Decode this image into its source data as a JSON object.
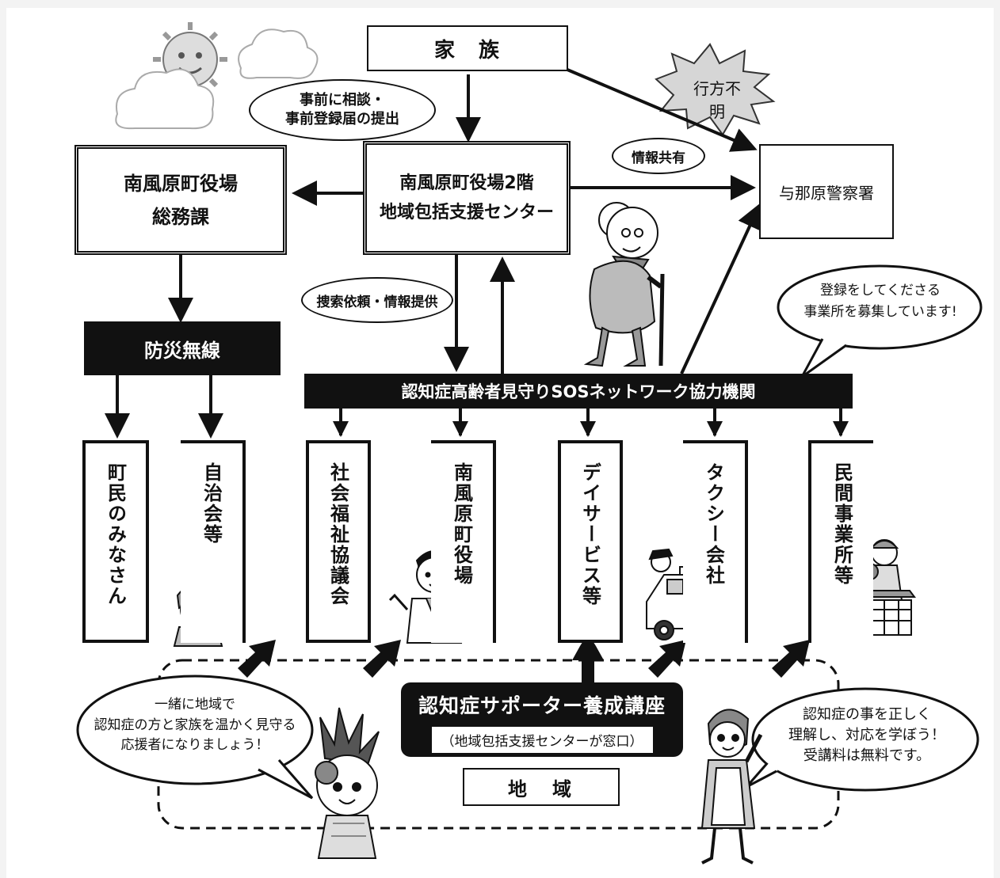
{
  "family": "家　族",
  "missing": "行方不明",
  "bubble_consult": "事前に相談・\n事前登録届の提出",
  "center": {
    "line1": "南風原町役場2階",
    "line2": "地域包括支援センター"
  },
  "soumu": {
    "line1": "南風原町役場",
    "line2": "総務課"
  },
  "police": "与那原警察署",
  "info_share": "情報共有",
  "search_request": "捜索依頼・情報提供",
  "bousai": "防災無線",
  "network": "認知症高齢者見守りSOSネットワーク協力機関",
  "recruit_bubble": "登録をしてくださる\n事業所を募集しています!",
  "columns": [
    "町民のみなさん",
    "自治会等",
    "社会福祉協議会",
    "南風原町役場",
    "デイサービス等",
    "タクシー会社",
    "民間事業所等"
  ],
  "supporter": {
    "title": "認知症サポーター養成講座",
    "sub": "（地域包括支援センターが窓口）"
  },
  "region": "地　域",
  "left_bubble": "一緒に地域で\n認知症の方と家族を温かく見守る\n応援者になりましょう！",
  "right_bubble": "認知症の事を正しく\n理解し、対応を学ぼう！\n受講料は無料です。"
}
